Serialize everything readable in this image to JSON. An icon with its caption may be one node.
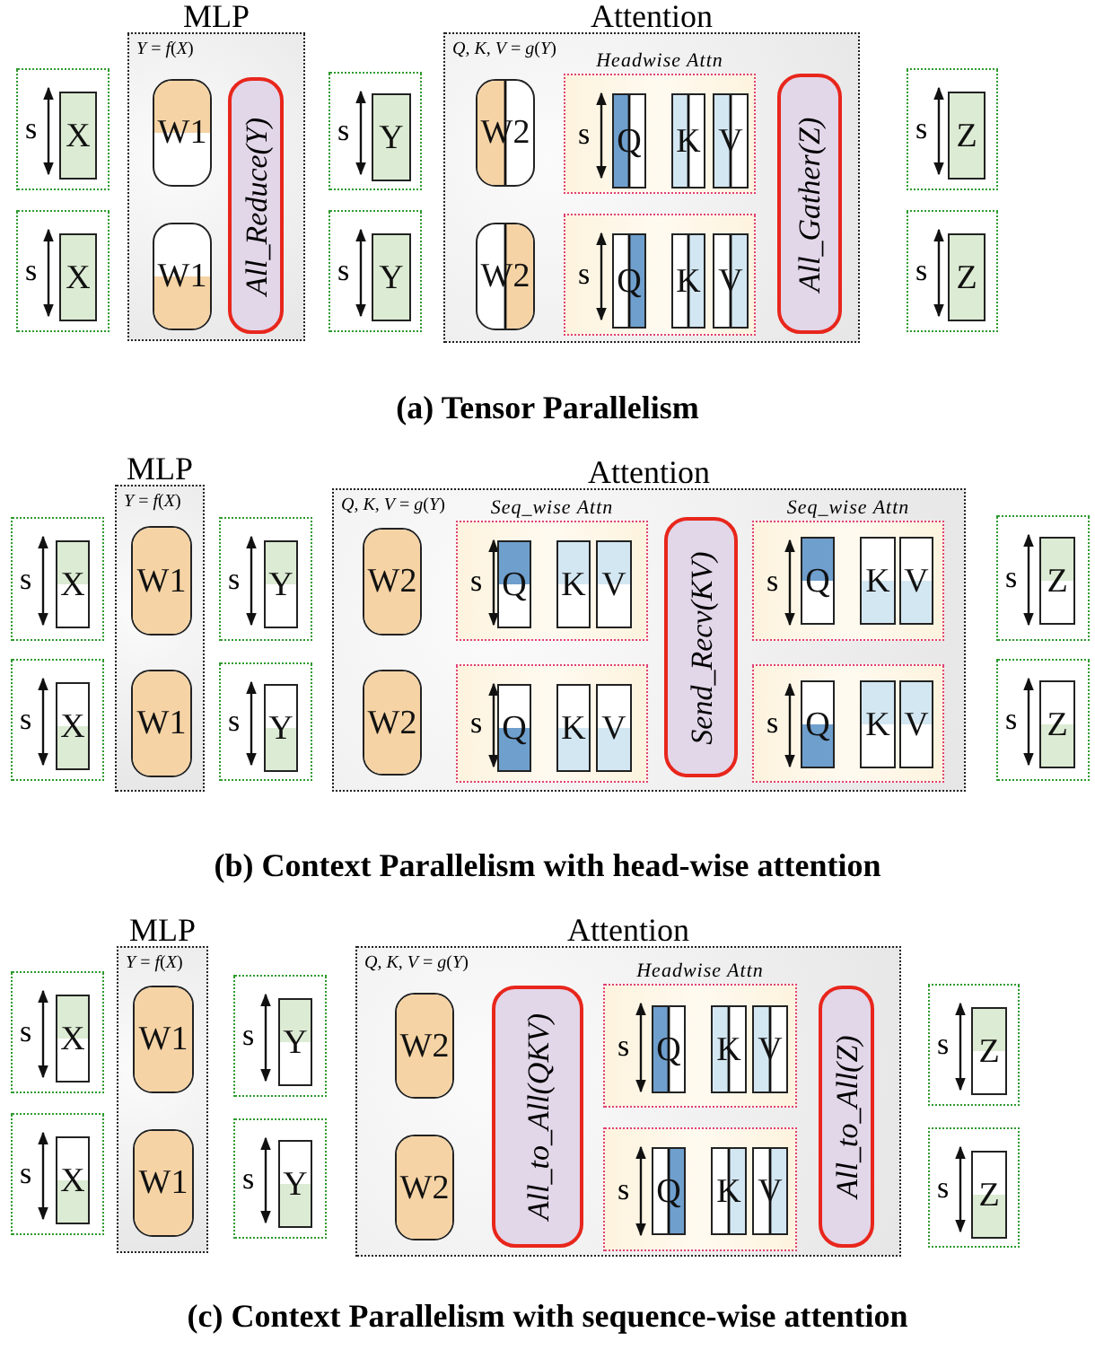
{
  "diagram": {
    "nodes": [
      {
        "text": [
          "s"
        ]
      },
      {
        "text": [
          "X"
        ],
        "in": 0
      },
      {
        "text": [
          "s"
        ]
      },
      {
        "text": [
          "X"
        ],
        "in": 2
      },
      {
        "text": [
          "MLP",
          "*Y* = *f*(*X*)"
        ]
      },
      {
        "text": [
          "W1"
        ],
        "in": 4
      },
      {
        "text": [
          "W1"
        ],
        "in": 4
      },
      {
        "text": [
          "All_Reduce(Y)"
        ],
        "in": 4
      },
      {
        "text": [
          "s"
        ]
      },
      {
        "text": [
          "Y"
        ],
        "in": 8
      },
      {
        "text": [
          "s"
        ]
      },
      {
        "text": [
          "Y"
        ],
        "in": 10
      },
      {
        "text": [
          "Attention",
          "*Q*, *K*, *V* = *g*(*Y*)"
        ]
      },
      {
        "text": [
          "W2"
        ],
        "in": 12
      },
      {
        "text": [
          "W2"
        ],
        "in": 12
      },
      {
        "text": [
          "Headwise Attn",
          "s"
        ],
        "in": 12
      },
      {
        "text": [
          "Q"
        ],
        "in": 15
      },
      {
        "text": [
          "K"
        ],
        "in": 15
      },
      {
        "text": [
          "V"
        ],
        "in": 15
      },
      {
        "text": [
          "s"
        ],
        "in": 12
      },
      {
        "text": [
          "Q"
        ],
        "in": 19
      },
      {
        "text": [
          "K"
        ],
        "in": 19
      },
      {
        "text": [
          "V"
        ],
        "in": 19
      },
      {
        "text": [
          "All_Gather(Z)"
        ],
        "in": 12
      },
      {
        "text": [
          "s"
        ]
      },
      {
        "text": [
          "Z"
        ],
        "in": 24
      },
      {
        "text": [
          "s"
        ]
      },
      {
        "text": [
          "Z"
        ],
        "in": 26
      },
      {
        "text": [
          "s"
        ]
      },
      {
        "text": [
          "X"
        ],
        "in": 28
      },
      {
        "text": [
          "s"
        ]
      },
      {
        "text": [
          "X"
        ],
        "in": 30
      },
      {
        "text": [
          "MLP",
          "*Y* = *f*(*X*)"
        ]
      },
      {
        "text": [
          "W1"
        ],
        "in": 32
      },
      {
        "text": [
          "W1"
        ],
        "in": 32
      },
      {
        "text": [
          "s"
        ]
      },
      {
        "text": [
          "Y"
        ],
        "in": 35
      },
      {
        "text": [
          "s"
        ]
      },
      {
        "text": [
          "Y"
        ],
        "in": 37
      },
      {
        "text": [
          "Attention",
          "*Q*, *K*, *V* = *g*(*Y*)"
        ]
      },
      {
        "text": [
          "W2"
        ],
        "in": 39
      },
      {
        "text": [
          "W2"
        ],
        "in": 39
      },
      {
        "text": [
          "Seq_wise Attn",
          "s"
        ],
        "in": 39
      },
      {
        "text": [
          "Q"
        ],
        "in": 42
      },
      {
        "text": [
          "K"
        ],
        "in": 42
      },
      {
        "text": [
          "V"
        ],
        "in": 42
      },
      {
        "text": [
          "s"
        ],
        "in": 39
      },
      {
        "text": [
          "Q"
        ],
        "in": 46
      },
      {
        "text": [
          "K"
        ],
        "in": 46
      },
      {
        "text": [
          "V"
        ],
        "in": 46
      },
      {
        "text": [
          "Send_Recv(KV)"
        ],
        "in": 39
      },
      {
        "text": [
          "Seq_wise Attn",
          "s"
        ],
        "in": 39
      },
      {
        "text": [
          "Q"
        ],
        "in": 51
      },
      {
        "text": [
          "K"
        ],
        "in": 51
      },
      {
        "text": [
          "V"
        ],
        "in": 51
      },
      {
        "text": [
          "s"
        ],
        "in": 39
      },
      {
        "text": [
          "Q"
        ],
        "in": 55
      },
      {
        "text": [
          "K"
        ],
        "in": 55
      },
      {
        "text": [
          "V"
        ],
        "in": 55
      },
      {
        "text": [
          "s"
        ]
      },
      {
        "text": [
          "Z"
        ],
        "in": 59
      },
      {
        "text": [
          "s"
        ]
      },
      {
        "text": [
          "Z"
        ],
        "in": 61
      },
      {
        "text": [
          "s"
        ]
      },
      {
        "text": [
          "X"
        ],
        "in": 63
      },
      {
        "text": [
          "s"
        ]
      },
      {
        "text": [
          "X"
        ],
        "in": 65
      },
      {
        "text": [
          "MLP",
          "*Y* = *f*(*X*)"
        ]
      },
      {
        "text": [
          "W1"
        ],
        "in": 67
      },
      {
        "text": [
          "W1"
        ],
        "in": 67
      },
      {
        "text": [
          "s"
        ]
      },
      {
        "text": [
          "Y"
        ],
        "in": 70
      },
      {
        "text": [
          "s"
        ]
      },
      {
        "text": [
          "Y"
        ],
        "in": 72
      },
      {
        "text": [
          "Attention",
          "*Q*, *K*, *V* = *g*(*Y*)"
        ]
      },
      {
        "text": [
          "W2"
        ],
        "in": 74
      },
      {
        "text": [
          "W2"
        ],
        "in": 74
      },
      {
        "text": [
          "All_to_All(QKV)"
        ],
        "in": 74
      },
      {
        "text": [
          "Headwise Attn",
          "s"
        ],
        "in": 74
      },
      {
        "text": [
          "Q"
        ],
        "in": 78
      },
      {
        "text": [
          "K"
        ],
        "in": 78
      },
      {
        "text": [
          "V"
        ],
        "in": 78
      },
      {
        "text": [
          "s"
        ],
        "in": 74
      },
      {
        "text": [
          "Q"
        ],
        "in": 82
      },
      {
        "text": [
          "K"
        ],
        "in": 82
      },
      {
        "text": [
          "V"
        ],
        "in": 82
      },
      {
        "text": [
          "All_to_All(Z)"
        ],
        "in": 74
      },
      {
        "text": [
          "s"
        ]
      },
      {
        "text": [
          "Z"
        ],
        "in": 87
      },
      {
        "text": [
          "s"
        ]
      },
      {
        "text": [
          "Z"
        ],
        "in": 89
      }
    ],
    "labels": [
      "(a) Tensor Parallelism",
      "(b) Context Parallelism with head-wise attention",
      "(c) Context Parallelism with sequence-wise attention"
    ]
  }
}
